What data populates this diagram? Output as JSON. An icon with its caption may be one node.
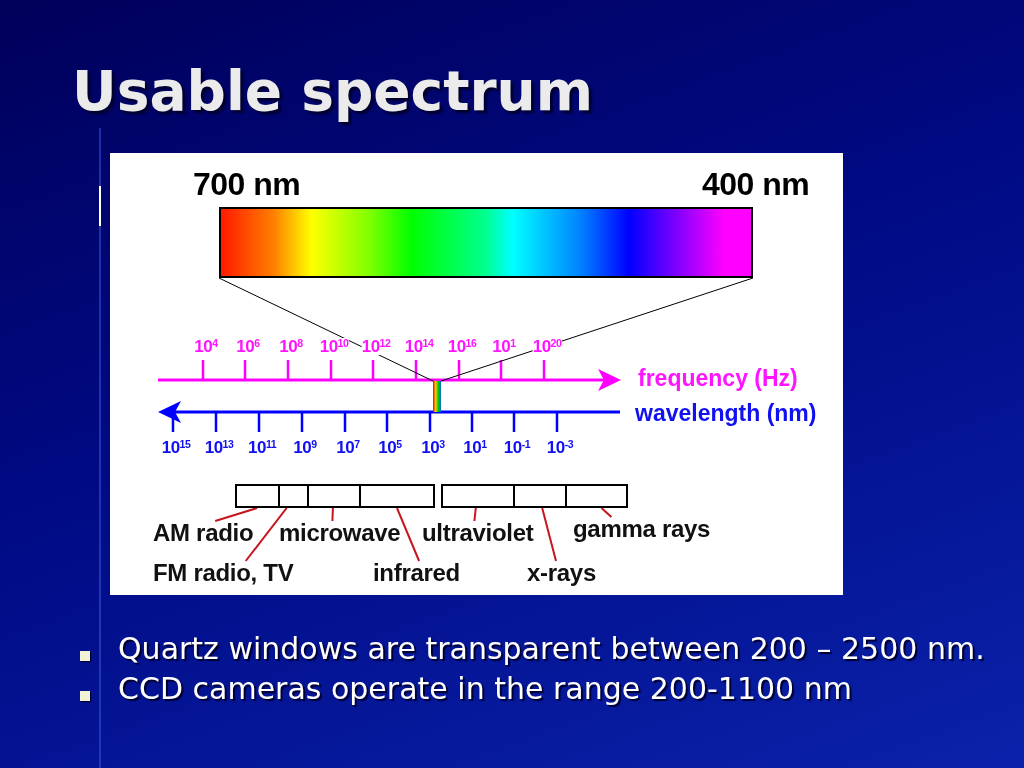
{
  "diagram": {
    "title": "Usable spectrum",
    "nodes": [
      {
        "text": [],
        "shape": "bar"
      },
      {
        "text": [],
        "shape": "bar"
      },
      {
        "text": [],
        "shape": "box"
      },
      {
        "text": [],
        "shape": "box"
      },
      {
        "text": [],
        "shape": "box"
      },
      {
        "text": [],
        "shape": "box"
      },
      {
        "text": [],
        "shape": "box"
      },
      {
        "text": [],
        "shape": "box"
      },
      {
        "text": [],
        "shape": "box"
      },
      {
        "text": [
          "AM radio"
        ]
      },
      {
        "text": [
          "microwave"
        ]
      },
      {
        "text": [
          "ultraviolet"
        ]
      },
      {
        "text": [
          "gamma rays"
        ]
      },
      {
        "text": [
          "FM radio, TV"
        ]
      },
      {
        "text": [
          "infrared"
        ]
      },
      {
        "text": [
          "x-rays"
        ]
      }
    ],
    "edges": [
      {
        "from": 0,
        "to": 1,
        "arrow": "none",
        "color": "#000000"
      },
      {
        "from": 0,
        "to": 1,
        "arrow": "none",
        "color": "#000000"
      },
      {
        "from": 9,
        "to": 2,
        "arrow": "none"
      },
      {
        "from": 13,
        "to": 3,
        "arrow": "none"
      },
      {
        "from": 10,
        "to": 4,
        "arrow": "none"
      },
      {
        "from": 14,
        "to": 5,
        "arrow": "none"
      },
      {
        "from": 11,
        "to": 6,
        "arrow": "none"
      },
      {
        "from": 15,
        "to": 7,
        "arrow": "none"
      },
      {
        "from": 12,
        "to": 8,
        "arrow": "none"
      }
    ],
    "labels": [
      "700 nm",
      "400 nm",
      "10$^{4}$",
      "10$^{6}$",
      "10$^{8}$",
      "10$^{10}$",
      "10$^{12}$",
      "10$^{14}$",
      "10$^{16}$",
      "10$^{1}$",
      "10$^{20}$",
      "frequency (Hz)",
      "wavelength (nm)",
      "10$^{15}$",
      "10$^{13}$",
      "10$^{11}$",
      "10$^{9}$",
      "10$^{7}$",
      "10$^{5}$",
      "10$^{3}$",
      "10$^{1}$",
      "10$^{-1}$",
      "10$^{-3}$",
      "Quartz windows are transparent between 200 – 2500 nm.",
      "CCD cameras operate in the range 200-1100 nm"
    ]
  }
}
